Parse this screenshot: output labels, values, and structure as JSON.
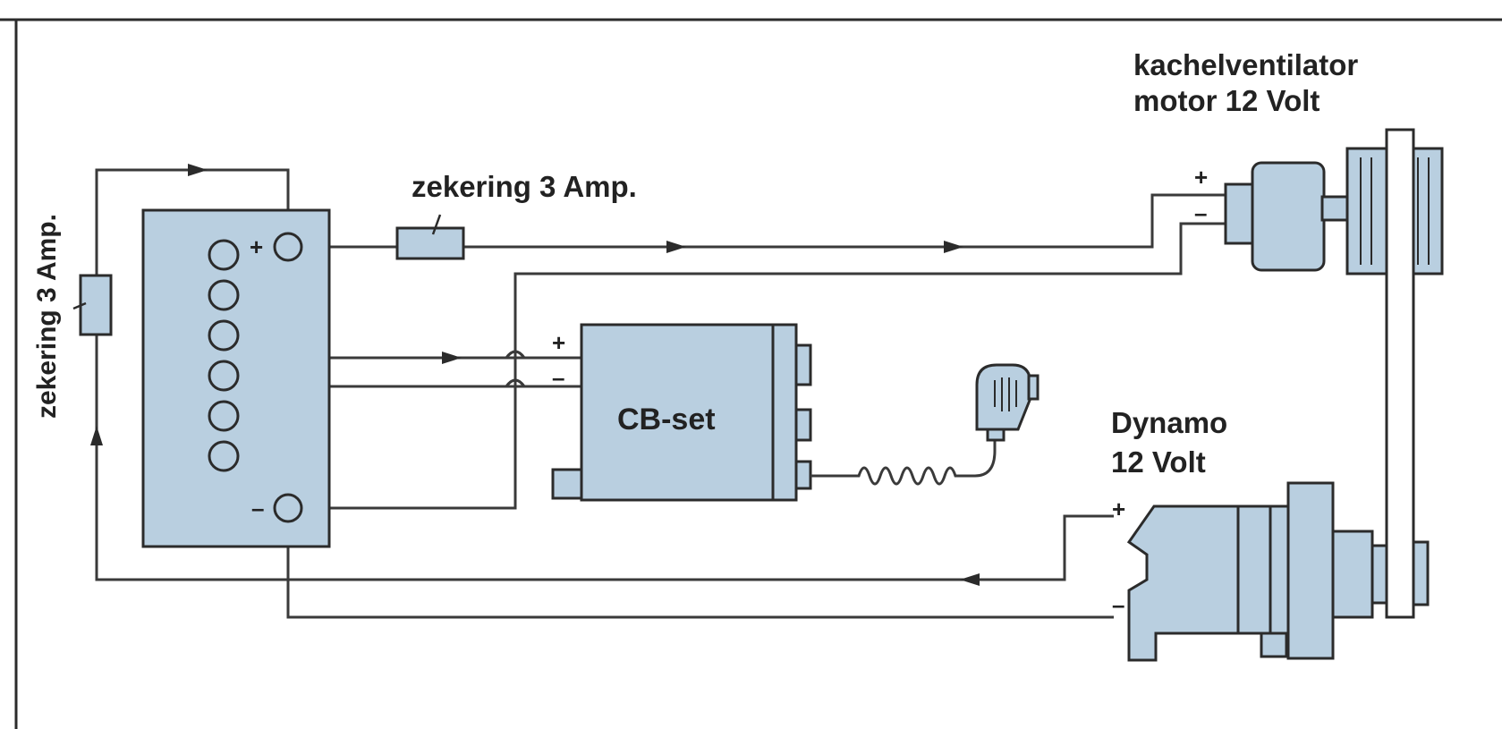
{
  "labels": {
    "fuse_left": "zekering 3 Amp.",
    "fuse_top": "zekering 3 Amp.",
    "heater_line1": "kachelventilator",
    "heater_line2": "motor 12 Volt",
    "cb_set": "CB-set",
    "dynamo_line1": "Dynamo",
    "dynamo_line2": "12 Volt"
  },
  "signs": {
    "battery_plus": "+",
    "battery_minus": "–",
    "cb_plus": "+",
    "cb_minus": "–",
    "heater_plus": "+",
    "heater_minus": "–",
    "dynamo_plus": "+",
    "dynamo_minus": "–"
  },
  "colors": {
    "component_fill": "#b9cfe0",
    "line": "#2b2b2b",
    "background": "#ffffff"
  }
}
